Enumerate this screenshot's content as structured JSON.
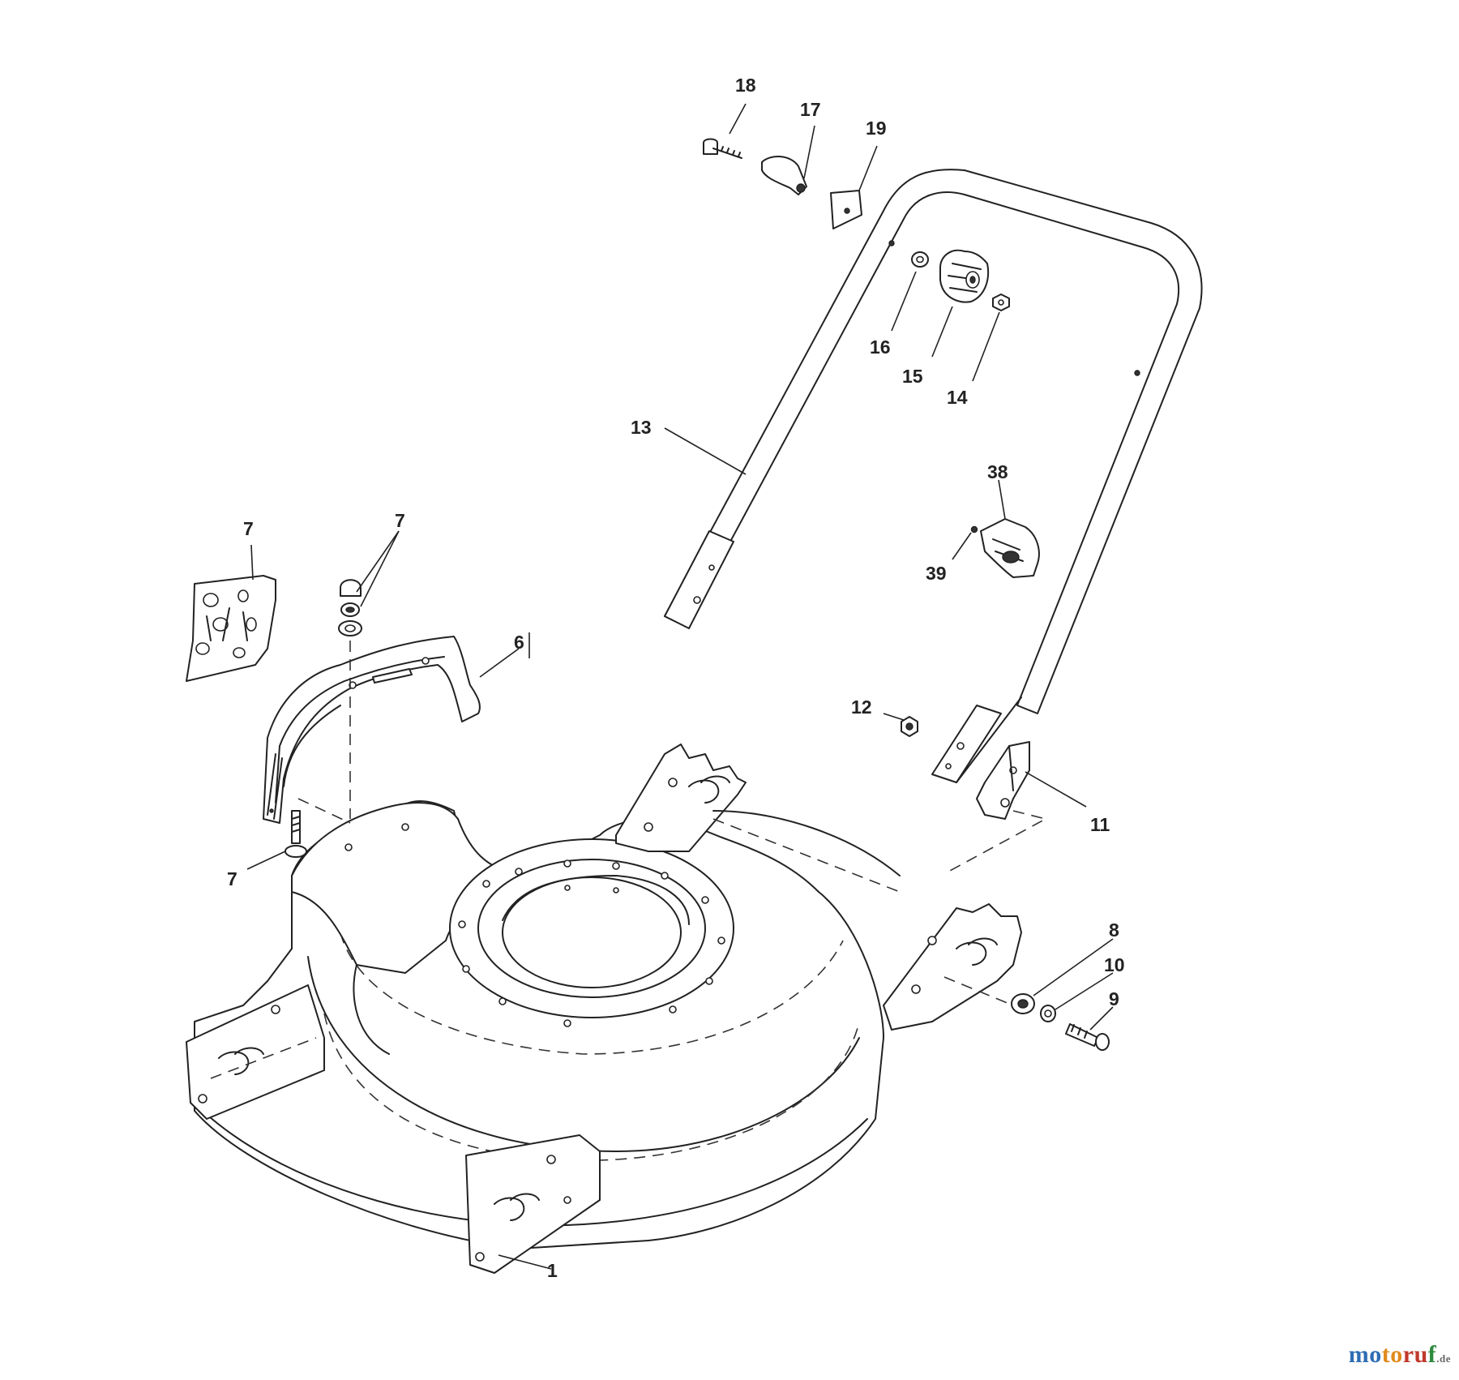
{
  "callouts": [
    {
      "id": "c1",
      "label": "1"
    },
    {
      "id": "c6",
      "label": "6"
    },
    {
      "id": "c7a",
      "label": "7"
    },
    {
      "id": "c7b",
      "label": "7"
    },
    {
      "id": "c7c",
      "label": "7"
    },
    {
      "id": "c8",
      "label": "8"
    },
    {
      "id": "c9",
      "label": "9"
    },
    {
      "id": "c10",
      "label": "10"
    },
    {
      "id": "c11",
      "label": "11"
    },
    {
      "id": "c12",
      "label": "12"
    },
    {
      "id": "c13",
      "label": "13"
    },
    {
      "id": "c14",
      "label": "14"
    },
    {
      "id": "c15",
      "label": "15"
    },
    {
      "id": "c16",
      "label": "16"
    },
    {
      "id": "c17",
      "label": "17"
    },
    {
      "id": "c18",
      "label": "18"
    },
    {
      "id": "c19",
      "label": "19"
    },
    {
      "id": "c38",
      "label": "38"
    },
    {
      "id": "c39",
      "label": "39"
    }
  ],
  "watermark": {
    "brand_parts": [
      "mo",
      "to",
      "ru",
      "f"
    ],
    "suffix": ".de"
  }
}
